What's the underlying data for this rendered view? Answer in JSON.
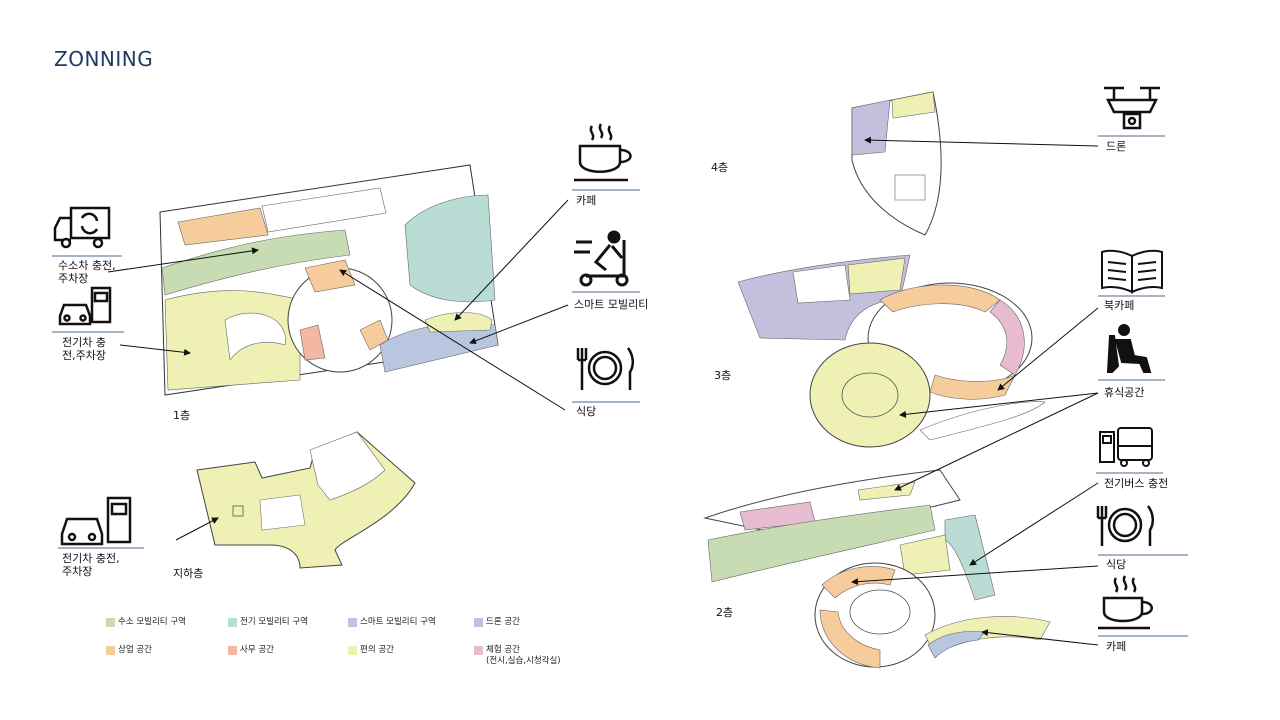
{
  "title": "ZONNING",
  "floors": {
    "b1": "지하층",
    "f1": "1층",
    "f2": "2층",
    "f3": "3층",
    "f4": "4층"
  },
  "left_labels": {
    "hydrogen_line1": "수소차 충전,",
    "hydrogen_line2": "주차장",
    "ev1_line1": "전기차 충",
    "ev1_line2": "전,주차장",
    "ev_b1_line1": "전기차 충전,",
    "ev_b1_line2": "주차장"
  },
  "mid_labels": {
    "cafe": "카페",
    "mobility": "스마트 모빌리티",
    "restaurant": "식당"
  },
  "right_labels": {
    "drone": "드론",
    "book_cafe": "북카페",
    "rest": "휴식공간",
    "ebus": "전기버스 충전",
    "restaurant": "식당",
    "cafe": "카페"
  },
  "legend": [
    {
      "label": "수소 모빌리티 구역",
      "color": "#c8dcb4"
    },
    {
      "label": "전기 모빌리티 구역",
      "color": "#b9dcd4"
    },
    {
      "label": "스마트 모빌리티 구역",
      "color": "#b8c6e0"
    },
    {
      "label": "드론 공간",
      "color": "#c4bfdc"
    },
    {
      "label": "상업 공간",
      "color": "#f7cc9c"
    },
    {
      "label": "사무 공간",
      "color": "#f2b8a4"
    },
    {
      "label": "편의 공간",
      "color": "#eef0b4"
    },
    {
      "label": "체험 공간",
      "color": "#e8bcd0",
      "note": "(전시,실습,시청각실)"
    }
  ],
  "icons": [
    "truck-hydrogen-icon",
    "ev-charger-icon",
    "ev-charger-b1-icon",
    "coffee-cup-icon",
    "scooter-icon",
    "plate-fork-knife-icon",
    "drone-icon",
    "book-icon",
    "resting-person-icon",
    "ebus-charger-icon",
    "plate-fork-knife-icon",
    "coffee-cup-icon"
  ]
}
